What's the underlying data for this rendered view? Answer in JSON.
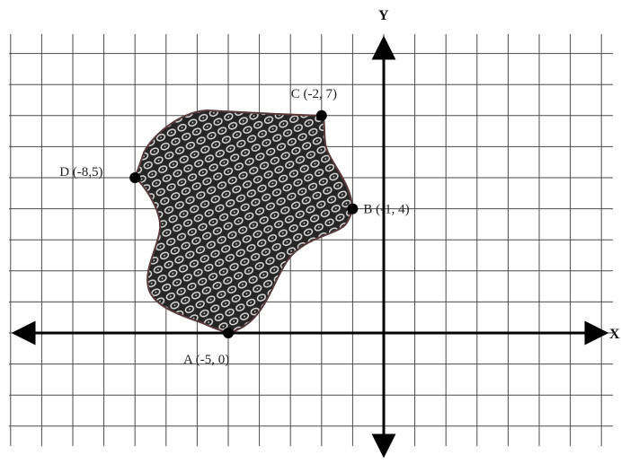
{
  "axes": {
    "x_label": "X",
    "y_label": "Y"
  },
  "grid": {
    "x_range": [
      -12,
      7
    ],
    "y_range": [
      -5,
      10
    ]
  },
  "points": [
    {
      "id": "A",
      "label": "A (-5, 0)",
      "x": -5,
      "y": 0
    },
    {
      "id": "B",
      "label": "B (-1, 4)",
      "x": -1,
      "y": 4
    },
    {
      "id": "C",
      "label": "C (-2, 7)",
      "x": -2,
      "y": 7
    },
    {
      "id": "D",
      "label": "D (-8,5)",
      "x": -8,
      "y": 5
    }
  ],
  "colors": {
    "grid": "#4a4a4a",
    "axis": "#000000",
    "shape_fill": "#2b2b2b",
    "shape_pattern": "#cfcfcf",
    "point": "#000000"
  }
}
